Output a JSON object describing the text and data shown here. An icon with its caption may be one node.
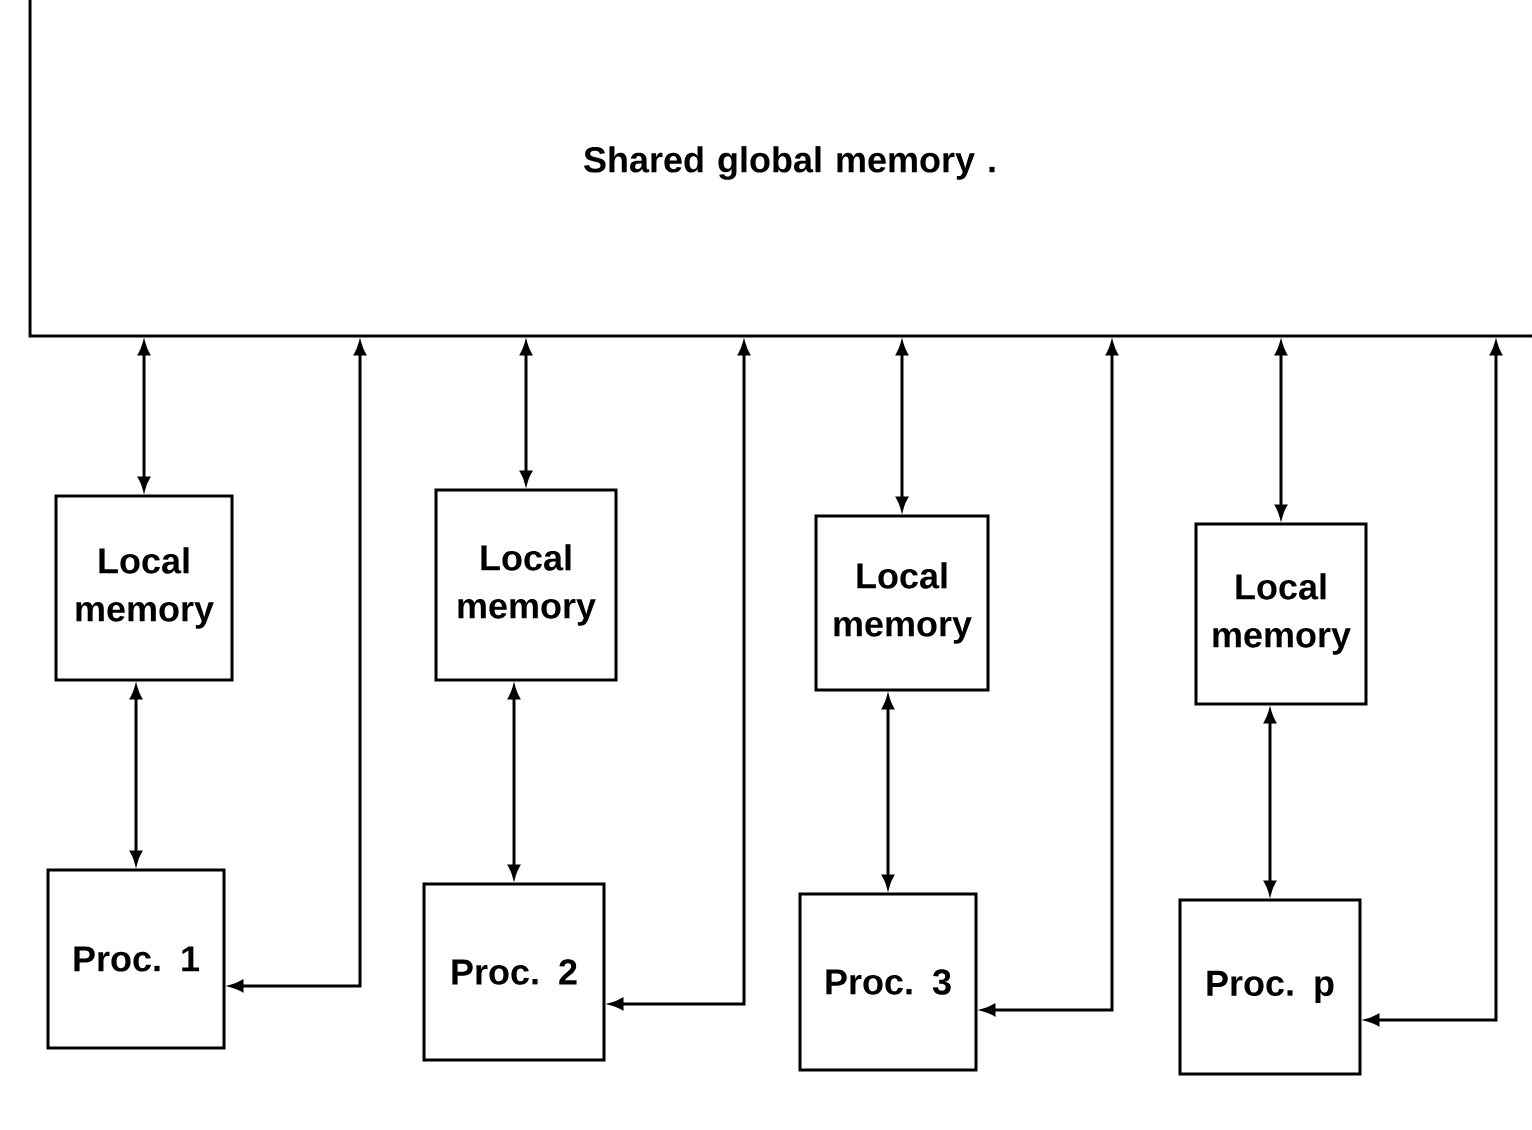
{
  "diagram": {
    "nodes": [
      {
        "text": [
          "Shared global memory ."
        ]
      },
      {
        "text": [
          "Local memory"
        ]
      },
      {
        "text": [
          "Local memory"
        ]
      },
      {
        "text": [
          "Local memory"
        ]
      },
      {
        "text": [
          "Local memory"
        ]
      },
      {
        "text": [
          "Proc. 1"
        ]
      },
      {
        "text": [
          "Proc. 2"
        ]
      },
      {
        "text": [
          "Proc. 3"
        ]
      },
      {
        "text": [
          "Proc. p"
        ]
      }
    ],
    "edges": [
      {
        "from": 0,
        "to": 1,
        "arrow": "both"
      },
      {
        "from": 0,
        "to": 2,
        "arrow": "both"
      },
      {
        "from": 0,
        "to": 3,
        "arrow": "both"
      },
      {
        "from": 0,
        "to": 4,
        "arrow": "both"
      },
      {
        "from": 1,
        "to": 5,
        "arrow": "both"
      },
      {
        "from": 2,
        "to": 6,
        "arrow": "both"
      },
      {
        "from": 3,
        "to": 7,
        "arrow": "both"
      },
      {
        "from": 4,
        "to": 8,
        "arrow": "both"
      },
      {
        "from": 5,
        "to": 0,
        "arrow": "both"
      },
      {
        "from": 6,
        "to": 0,
        "arrow": "both"
      },
      {
        "from": 7,
        "to": 0,
        "arrow": "both"
      },
      {
        "from": 8,
        "to": 0,
        "arrow": "both"
      }
    ]
  }
}
